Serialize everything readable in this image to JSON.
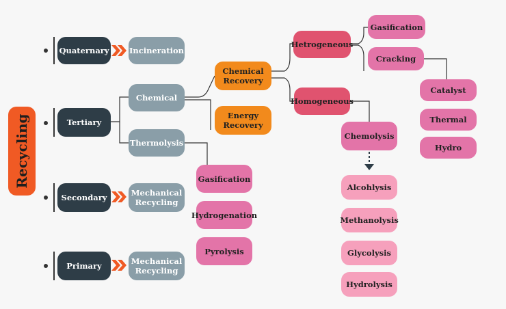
{
  "root": {
    "label": "Recycling",
    "color": "#f05a24"
  },
  "levels": {
    "quaternary": "Quaternary",
    "tertiary": "Tertiary",
    "secondary": "Secondary",
    "primary": "Primary"
  },
  "nodes": {
    "incineration": "Incineration",
    "chemical": "Chemical",
    "thermolysis": "Thermolysis",
    "mechanical_recycling_secondary": "Mechanical Recycling",
    "mechanical_recycling_primary": "Mechanical Recycling",
    "chemical_recovery": "Chemical Recovery",
    "energy_recovery": "Energy Recovery",
    "hetrogeneous": "Hetrogeneous",
    "homogeneous": "Homogeneous",
    "gasification_top": "Gasification",
    "cracking": "Cracking",
    "catalyst": "Catalyst",
    "thermal": "Thermal",
    "hydro": "Hydro",
    "chemolysis": "Chemolysis",
    "alcohlysis": "Alcohlysis",
    "methanolysis": "Methanolysis",
    "glycolysis": "Glycolysis",
    "hydrolysis": "Hydrolysis",
    "gasification_thermo": "Gasification",
    "hydrogenation": "Hydrogenation",
    "pyrolysis": "Pyrolysis"
  },
  "colors": {
    "level_box": "#2e3d47",
    "process_box": "#8a9ea8",
    "recovery_box": "#f28a1c",
    "branch_box": "#e0536f",
    "method_box": "#e374a8",
    "leaf_box": "#f6a0bc",
    "arrow": "#f05a24"
  }
}
